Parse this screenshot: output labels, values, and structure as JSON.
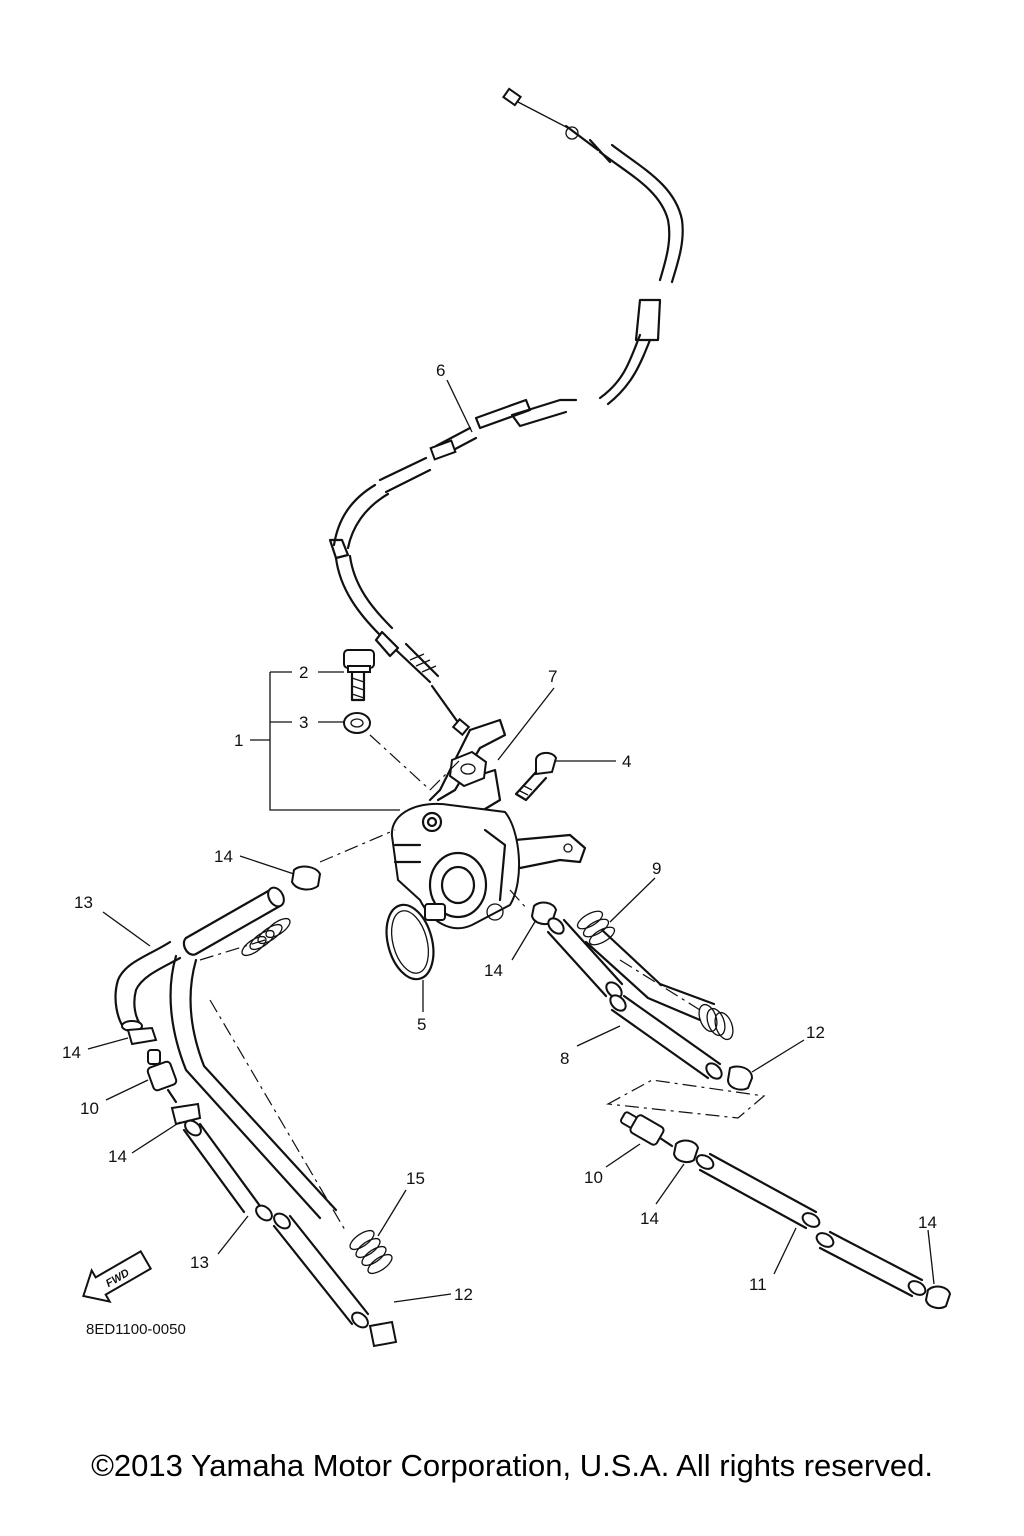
{
  "diagram": {
    "part_numbers": {
      "p1": "1",
      "p2": "2",
      "p3": "3",
      "p4": "4",
      "p5": "5",
      "p6": "6",
      "p7": "7",
      "p8": "8",
      "p9": "9",
      "p10a": "10",
      "p10b": "10",
      "p11": "11",
      "p12a": "12",
      "p12b": "12",
      "p13a": "13",
      "p13b": "13",
      "p14a": "14",
      "p14b": "14",
      "p14c": "14",
      "p14d": "14",
      "p14e": "14",
      "p14f": "14",
      "p15": "15"
    },
    "fwd_label": "FWD",
    "drawing_code": "8ED1100-0050"
  },
  "footer": {
    "copyright": "©2013 Yamaha Motor Corporation, U.S.A. All rights reserved."
  }
}
